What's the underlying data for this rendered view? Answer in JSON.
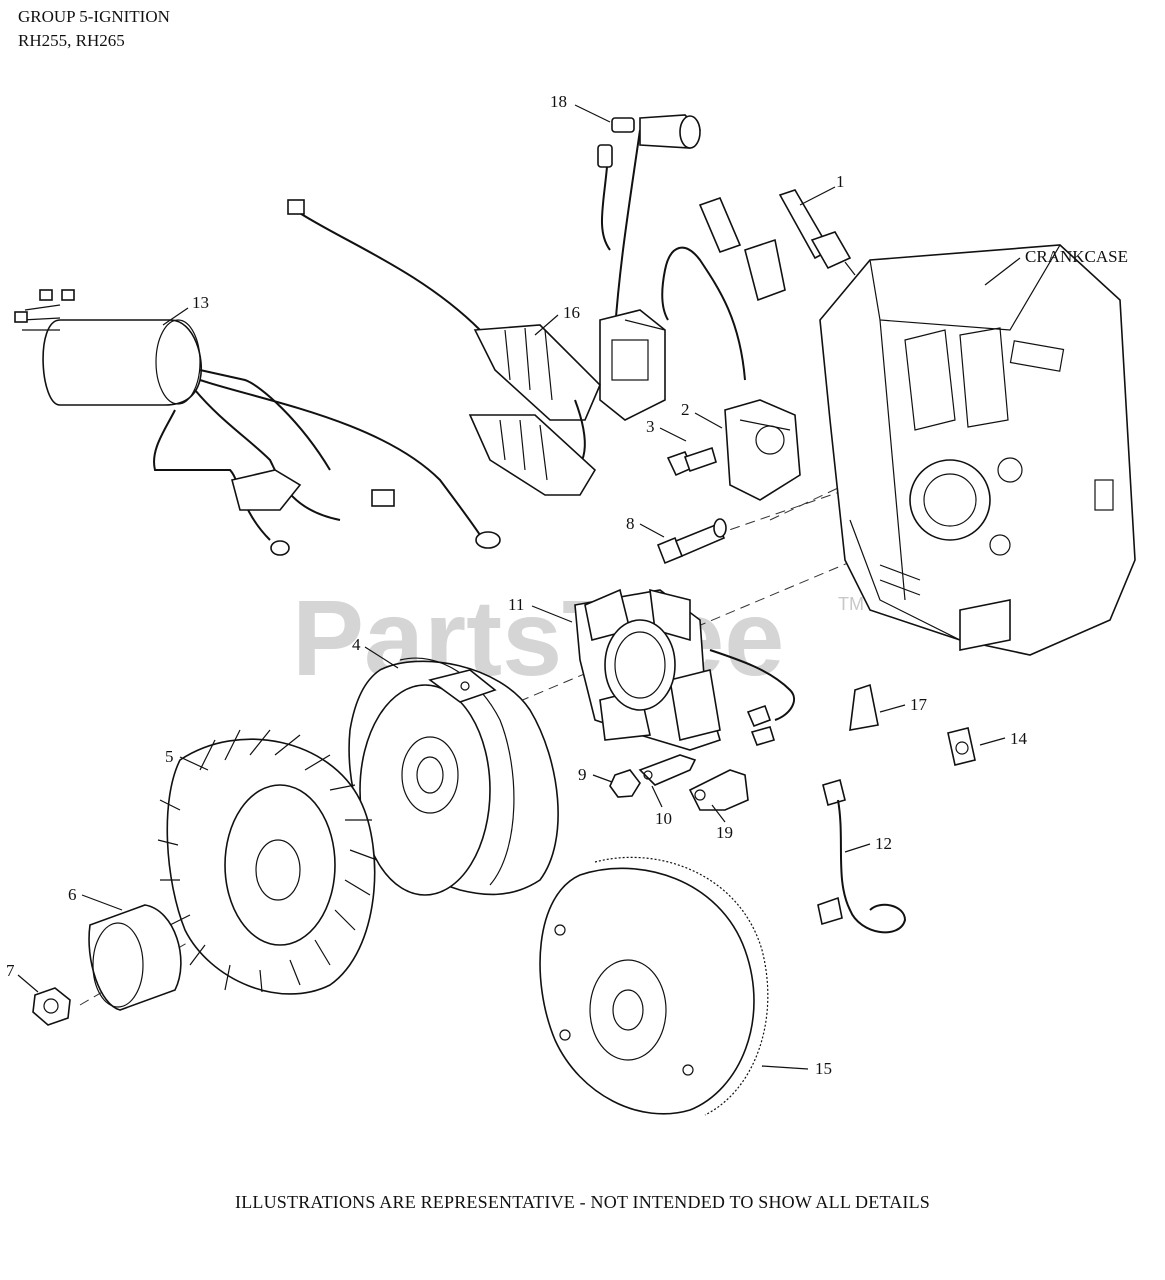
{
  "header": {
    "line1": "GROUP 5-IGNITION",
    "line2": "RH255, RH265"
  },
  "footer": "ILLUSTRATIONS ARE REPRESENTATIVE - NOT INTENDED TO SHOW ALL DETAILS",
  "watermark": {
    "text": "PartsTree",
    "trademark": "TM",
    "color": "#c8c8c8"
  },
  "callouts": {
    "c1": "1",
    "c2": "2",
    "c3": "3",
    "c4": "4",
    "c5": "5",
    "c6": "6",
    "c7": "7",
    "c8": "8",
    "c9": "9",
    "c10": "10",
    "c11": "11",
    "c12": "12",
    "c13": "13",
    "c14": "14",
    "c15": "15",
    "c16": "16",
    "c17": "17",
    "c18": "18",
    "c19": "19",
    "crankcase": "CRANKCASE"
  }
}
